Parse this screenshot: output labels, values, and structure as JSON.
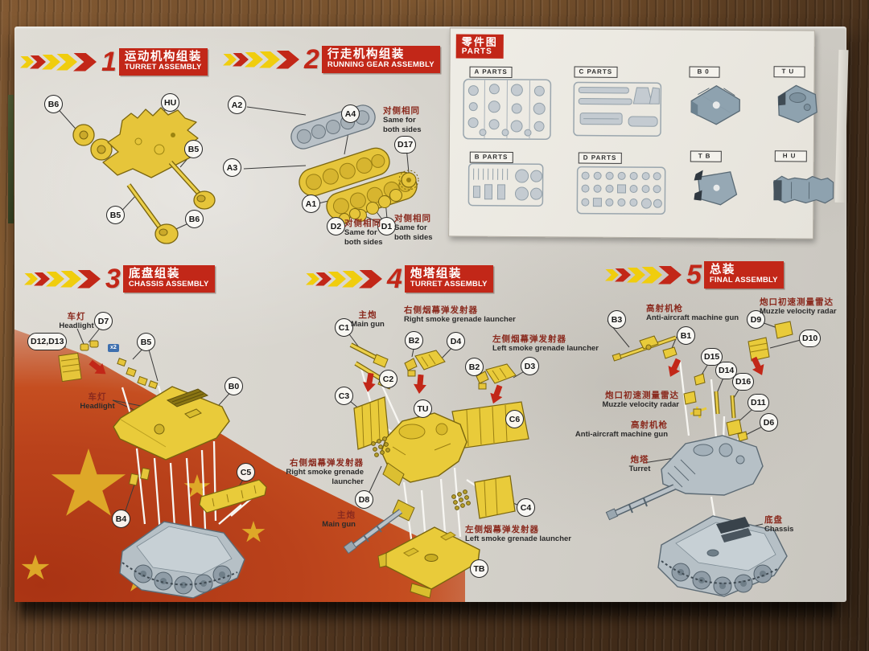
{
  "colors": {
    "accent_red": "#c22718",
    "accent_yellow": "#f0cd0e",
    "part_yellow": "#e9cb3a",
    "part_grey": "#b6c0c6",
    "flag_red": "#ba421b"
  },
  "parts_panel": {
    "title_zh": "零件图",
    "title_en": "PARTS",
    "groups": [
      {
        "label": "A PARTS"
      },
      {
        "label": "C PARTS"
      },
      {
        "label": "B0"
      },
      {
        "label": "TU"
      },
      {
        "label": "B PARTS"
      },
      {
        "label": "D PARTS"
      },
      {
        "label": "TB"
      },
      {
        "label": "HU"
      }
    ]
  },
  "steps": [
    {
      "number": "1",
      "title_zh": "运动机构组装",
      "title_en": "TURRET ASSEMBLY",
      "callouts": [
        "B6",
        "HU",
        "B5",
        "B5",
        "B6"
      ]
    },
    {
      "number": "2",
      "title_zh": "行走机构组装",
      "title_en": "RUNNING GEAR ASSEMBLY",
      "callouts": [
        "A2",
        "A4",
        "A3",
        "D17",
        "A1",
        "D2",
        "D1"
      ],
      "note": {
        "zh": "对侧相同",
        "en1": "Same for",
        "en2": "both sides"
      }
    },
    {
      "number": "3",
      "title_zh": "底盘组装",
      "title_en": "CHASSIS ASSEMBLY",
      "callouts": [
        "D12,D13",
        "D7",
        "B5",
        "B0",
        "C5",
        "B4"
      ],
      "labels": {
        "headlight_zh": "车灯",
        "headlight_en": "Headlight",
        "x2": "x2"
      }
    },
    {
      "number": "4",
      "title_zh": "炮塔组装",
      "title_en": "TURRET ASSEMBLY",
      "callouts": [
        "C1",
        "C2",
        "B2",
        "D4",
        "B2",
        "D3",
        "C3",
        "TU",
        "C6",
        "D8",
        "C4",
        "TB"
      ],
      "labels": {
        "main_gun_zh": "主炮",
        "main_gun_en": "Main gun",
        "right_zh": "右侧烟幕弹发射器",
        "right_en": "Right smoke grenade launcher",
        "left_zh": "左侧烟幕弹发射器",
        "left_en": "Left smoke grenade launcher"
      }
    },
    {
      "number": "5",
      "title_zh": "总装",
      "title_en": "FINAL ASSEMBLY",
      "callouts": [
        "B3",
        "B1",
        "D9",
        "D10",
        "D15",
        "D14",
        "D16",
        "D11",
        "D6"
      ],
      "labels": {
        "aa_zh": "高射机枪",
        "aa_en": "Anti-aircraft machine gun",
        "radar_zh": "炮口初速测量雷达",
        "radar_en": "Muzzle velocity radar",
        "turret_zh": "炮塔",
        "turret_en": "Turret",
        "chassis_zh": "底盘",
        "chassis_en": "Chassis"
      }
    }
  ]
}
